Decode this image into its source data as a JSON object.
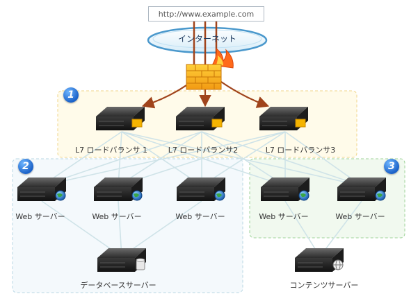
{
  "url": "http://www.example.com",
  "internet_label": "インターネット",
  "groups": [
    {
      "number": "1"
    },
    {
      "number": "2"
    },
    {
      "number": "3"
    }
  ],
  "load_balancers": [
    "L7 ロードバランサ 1",
    "L7 ロードバランサ2",
    "L7 ロードバランサ3"
  ],
  "web_servers": [
    "Web サーバー",
    "Web サーバー",
    "Web サーバー",
    "Web サーバー",
    "Web サーバー"
  ],
  "database_server": "データベースサーバー",
  "content_server": "コンテンツサーバー",
  "colors": {
    "group1_border": "#f0d58a",
    "group1_fill": "#fffbea",
    "group2_border": "#b9d7e3",
    "group2_fill": "#f4f9fc",
    "group3_border": "#9fd39a",
    "group3_fill": "#f1f9ef",
    "connector": "#cfe3e8",
    "arrow": "#a0441c",
    "badge": "#1b62c8"
  }
}
